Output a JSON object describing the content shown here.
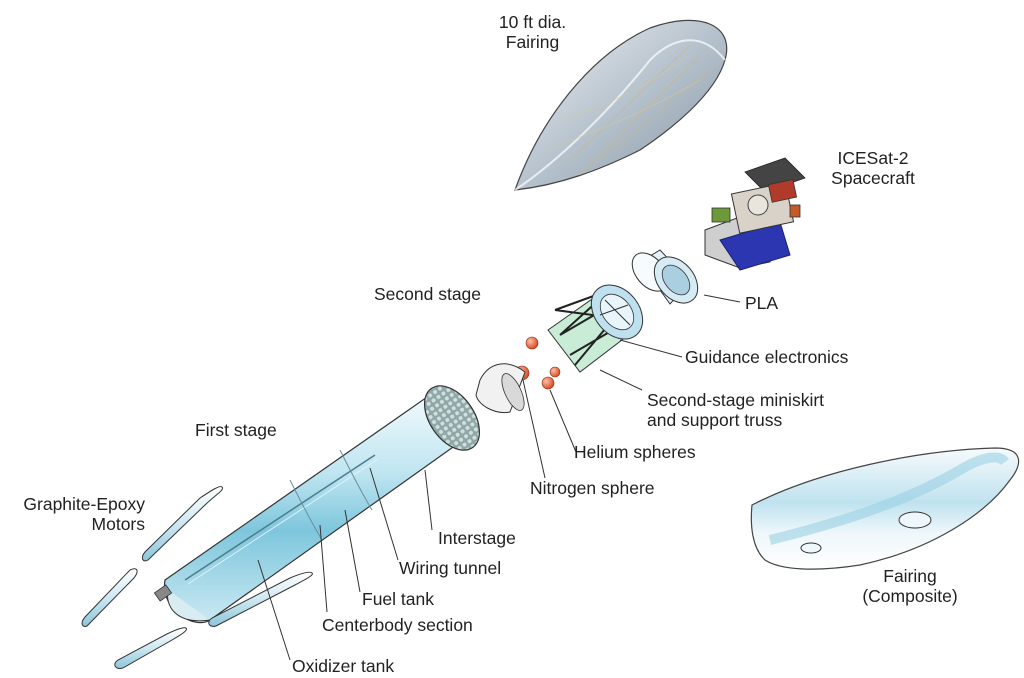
{
  "labels": {
    "fairing_top_line1": "10 ft dia.",
    "fairing_top_line2": "Fairing",
    "spacecraft_line1": "ICESat-2",
    "spacecraft_line2": "Spacecraft",
    "second_stage": "Second stage",
    "pla": "PLA",
    "guidance": "Guidance electronics",
    "miniskirt_line1": "Second-stage miniskirt",
    "miniskirt_line2": "and support truss",
    "helium": "Helium spheres",
    "nitrogen": "Nitrogen sphere",
    "first_stage": "First stage",
    "motors_line1": "Graphite-Epoxy",
    "motors_line2": "Motors",
    "interstage": "Interstage",
    "wiring": "Wiring tunnel",
    "fuel": "Fuel tank",
    "centerbody": "Centerbody section",
    "oxidizer": "Oxidizer tank",
    "composite_line1": "Fairing",
    "composite_line2": "(Composite)"
  },
  "colors": {
    "tank_blue": "#9fd4e6",
    "tank_light": "#e6f5fa",
    "outline": "#333333",
    "helium_orange": "#e8623c",
    "truss_green": "#c9ecd6",
    "spacecraft_blue": "#2b36b0",
    "fairing_silver": "#b9c4cf"
  }
}
